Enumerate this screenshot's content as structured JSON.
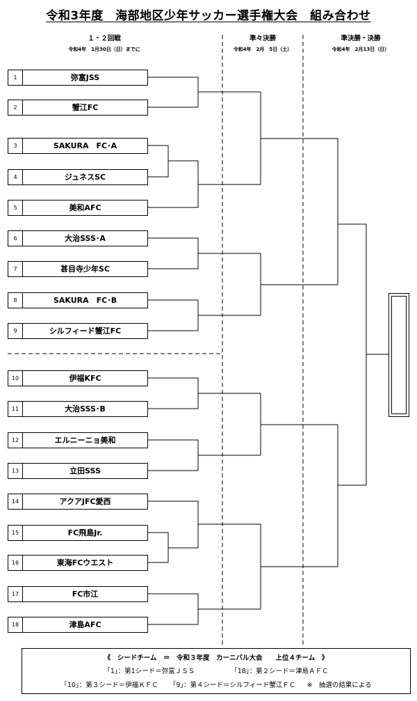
{
  "title": "令和3年度　海部地区少年サッカー選手権大会　組み合わせ",
  "columns": [
    {
      "heading": "１・２回戦",
      "date": "令和4年　1月30日（日）までに"
    },
    {
      "heading": "準々決勝",
      "date": "令和4年　2月　5日（土）"
    },
    {
      "heading": "準決勝・決勝",
      "date": "令和4年　2月13日（日）"
    }
  ],
  "teams": [
    {
      "num": "1",
      "name": "弥富JSS"
    },
    {
      "num": "2",
      "name": "蟹江FC"
    },
    {
      "num": "3",
      "name": "SAKURA　FC･A"
    },
    {
      "num": "4",
      "name": "ジュネスSC"
    },
    {
      "num": "5",
      "name": "美和AFC"
    },
    {
      "num": "6",
      "name": "大治SSS･A"
    },
    {
      "num": "7",
      "name": "甚目寺少年SC"
    },
    {
      "num": "8",
      "name": "SAKURA　FC･B"
    },
    {
      "num": "9",
      "name": "シルフィード蟹江FC"
    },
    {
      "num": "10",
      "name": "伊福KFC"
    },
    {
      "num": "11",
      "name": "大治SSS･B"
    },
    {
      "num": "12",
      "name": "エルニーニョ美和"
    },
    {
      "num": "13",
      "name": "立田SSS"
    },
    {
      "num": "14",
      "name": "アクアJFC愛西"
    },
    {
      "num": "15",
      "name": "FC飛島Jr."
    },
    {
      "num": "16",
      "name": "東海FCウエスト"
    },
    {
      "num": "17",
      "name": "FC市江"
    },
    {
      "num": "18",
      "name": "津島AFC"
    }
  ],
  "note": {
    "line1": "《　シードチーム　＝　令和３年度　カーニバル大会　　上位４チーム　》",
    "line2a": "「1」：第1シード＝弥富ＪＳＳ",
    "line2b": "「18」：第２シード＝津島ＡＦＣ",
    "line3a": "「10」：第３シード＝伊福ＫＦＣ",
    "line3b": "「9」：第４シード＝シルフィード蟹江ＦＣ",
    "line3c": "※　抽選の結果による"
  }
}
